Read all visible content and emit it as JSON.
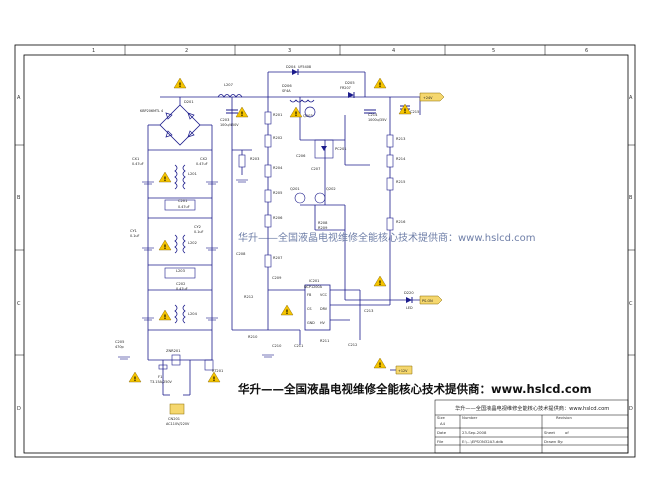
{
  "watermark": "华升——全国液晶电视维修全能核心技术提供商：www.hslcd.com",
  "title_block": {
    "title": "华升——全国液晶电视维修全能核心技术提供商：www.hslcd.com",
    "size_label": "Size",
    "size_value": "A4",
    "number_label": "Number",
    "revision_label": "Revision",
    "date_label": "Date",
    "date_value": "23-Sep-2008",
    "sheet_label": "Sheet",
    "sheet_value": "of",
    "file_label": "File",
    "file_value": "E:\\...\\EPSON32A3.ddb",
    "drawn_label": "Drawn By:"
  },
  "grid": {
    "columns": [
      "1",
      "2",
      "3",
      "4",
      "5",
      "6"
    ],
    "rows": [
      "A",
      "B",
      "C",
      "D"
    ]
  },
  "ports": {
    "ac_input": "AC110V/220V",
    "vout_top": "+24V",
    "vout_mid": "+12V",
    "out_low": "PS-ON"
  },
  "parts": {
    "bridge": "D201",
    "bridge_val": "KBP206MTL 4",
    "inductor_top": "L207",
    "cap_hv": "C203",
    "cap_hv_val": "100u/450V",
    "d_top1": "D204",
    "d_top1_val": "UF5408",
    "d_top2": "D205",
    "d_top2_val": "FR207",
    "d_top3": "D206",
    "d_top3_val": "SF4A",
    "q_main": "Q203",
    "cap_out": "C214",
    "cap_out_val": "1000u/35V",
    "cap_out2": "C215",
    "ic": "IC201",
    "ic_val": "NCP1200A",
    "ic_pins": [
      "FB",
      "VCC",
      "CS",
      "DRV",
      "GND",
      "HV"
    ],
    "opto": "PC201",
    "fuse": "F1",
    "fuse_val": "T3.15A/250V",
    "varistor": "ZNR201",
    "thermistor": "RT201",
    "cx1": "CX1",
    "cx1_val": "0.47uF",
    "cx2": "CX2",
    "cx2_val": "0.47uF",
    "cy1": "CY1",
    "cy1_val": "0.1uF",
    "cy2": "CY2",
    "cy2_val": "0.1uF",
    "lf1": "L201",
    "lf2": "L202",
    "lf3": "L203",
    "lf4": "L204",
    "cap_a": "C201",
    "cap_a_val": "0.47uF",
    "cap_b": "C202",
    "cap_b_val": "0.47uF",
    "cap_c": "C205",
    "cap_c_val": "470p",
    "d_led": "D220",
    "d_led_val": "LED",
    "q_sw1": "Q201",
    "q_sw2": "Q202",
    "r_labels": [
      "R201",
      "R202",
      "R203",
      "R204",
      "R205",
      "R206",
      "R207",
      "R208",
      "R209",
      "R210",
      "R211",
      "R212",
      "R213",
      "R214",
      "R215",
      "R216"
    ],
    "c_labels": [
      "C206",
      "C207",
      "C208",
      "C209",
      "C210",
      "C211",
      "C212",
      "C213"
    ],
    "connector": "CN201"
  }
}
